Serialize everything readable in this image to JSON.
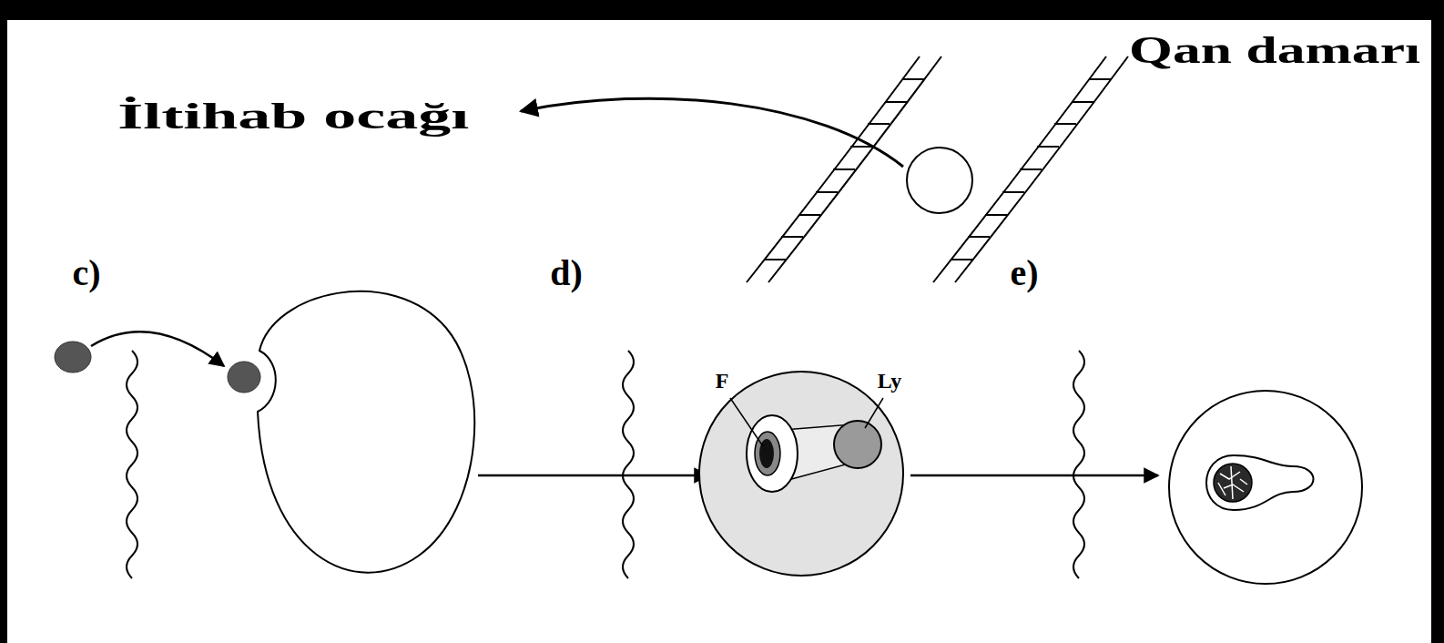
{
  "diagram": {
    "labels": [
      "İltihab ocağı",
      "Qan damarı",
      "c)",
      "d)",
      "F",
      "Ly",
      "e)"
    ]
  }
}
